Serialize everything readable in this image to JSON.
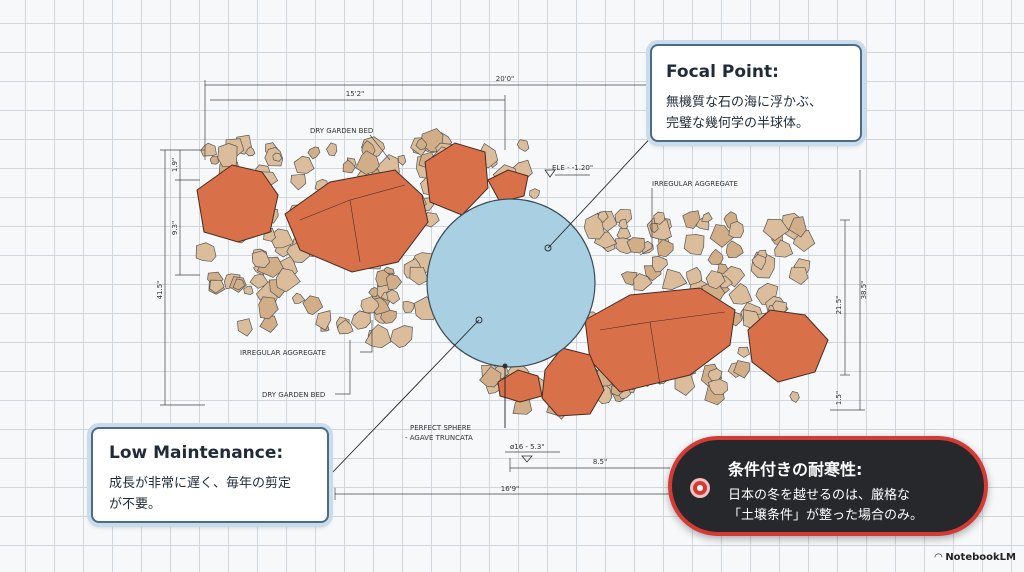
{
  "callouts": {
    "focal": {
      "title": "Focal Point:",
      "body": "無機質な石の海に浮かぶ、\n完璧な幾何学の半球体。"
    },
    "low_maintenance": {
      "title": "Low Maintenance:",
      "body": "成長が非常に遅く、毎年の剪定\nが不要。"
    },
    "hardiness": {
      "title": "条件付きの耐寒性:",
      "body": "日本の冬を越せるのは、厳格な\n「土壌条件」が整った場合のみ。"
    }
  },
  "plan_labels": {
    "dry_garden_bed_top": "DRY GARDEN BED",
    "irregular_aggregate_right": "IRREGULAR AGGREGATE",
    "irregular_aggregate_left": "IRREGULAR AGGREGATE",
    "dry_garden_bed_left": "DRY GARDEN BED",
    "sphere_line1": "PERFECT SPHERE",
    "sphere_line2": "- AGAVE TRUNCATA",
    "elevation": "ELE - -1.20\"",
    "sphere_dim": "ø16 - 5.3\""
  },
  "dimensions": {
    "top_overall": "20'0\"",
    "top_partial": "15'2\"",
    "left_overall": "41.5\"",
    "left_mid": "9.3\"",
    "left_top": "1.9\"",
    "right_overall": "38.5\"",
    "right_mid": "21.5\"",
    "right_bottom": "1.5\"",
    "bottom_partial": "8.5\"",
    "bottom_overall": "16'9\""
  },
  "colors": {
    "sphere": "#a9cfe3",
    "rock_orange": "#d8704a",
    "rock_tan": "#dcbd9b",
    "callout_border": "#4c6b86",
    "alert_red": "#d53a35"
  },
  "brand": {
    "name": "NotebookLM",
    "icon": "notebooklm-logo-icon"
  }
}
